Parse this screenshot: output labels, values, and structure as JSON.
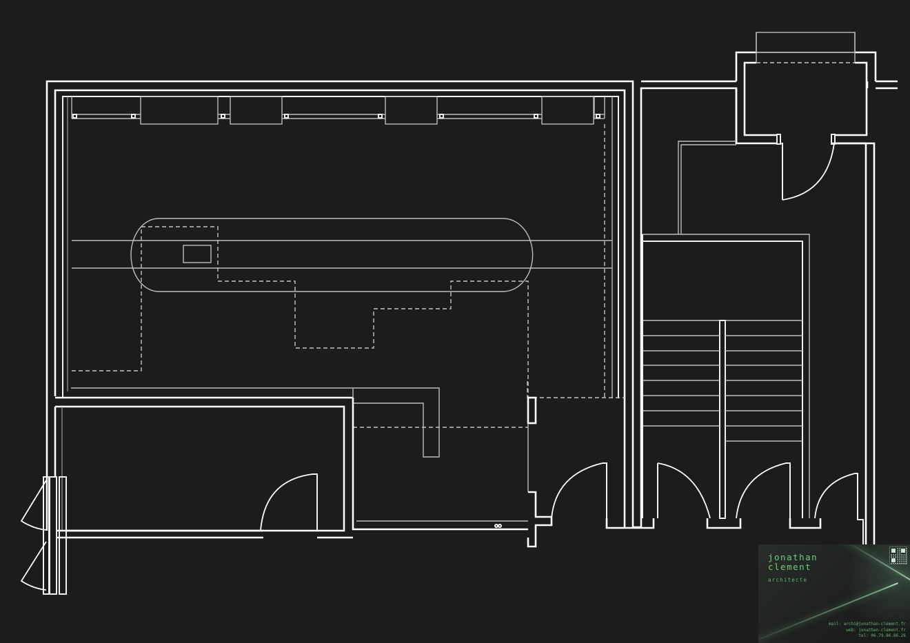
{
  "drawing": {
    "type": "architectural floor plan",
    "background": "#1c1c1e",
    "line_color": "#ffffff",
    "secondary_line_color": "#bdbdbd",
    "elements": {
      "main_hall": "large upper-left room with window bays and dashed overhead outline",
      "central_counter": "rounded oblong counter with small rectangle",
      "lower_left_room": "room with swinging door and double casement windows",
      "lower_middle_room": "room with L-shaped counter",
      "stairwell": "right-side stair with 2 flights and central divider",
      "entrance_lobby": "top-right vestibule with door",
      "doors_count": 7,
      "window_bays_count": 4
    }
  },
  "title_card": {
    "name_line1": "jonathan",
    "name_line2": "clement",
    "role": "architecte",
    "mail": "mail: archi@jonathan-clement.fr",
    "web": "web: jonathan-clement.fr",
    "tel": "tel: 06.79.86.86.26",
    "accent_color": "#6fcf7a",
    "qr_icon": "qr-code-icon"
  }
}
